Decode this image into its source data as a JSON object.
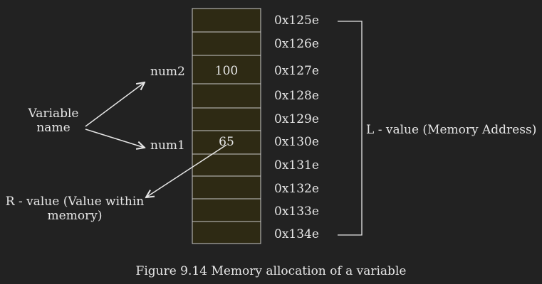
{
  "memory": {
    "addresses": [
      "0x125e",
      "0x126e",
      "0x127e",
      "0x128e",
      "0x129e",
      "0x130e",
      "0x131e",
      "0x132e",
      "0x133e",
      "0x134e"
    ],
    "cells": [
      {
        "value": ""
      },
      {
        "value": ""
      },
      {
        "value": "100"
      },
      {
        "value": ""
      },
      {
        "value": ""
      },
      {
        "value": "65"
      },
      {
        "value": ""
      },
      {
        "value": ""
      },
      {
        "value": ""
      },
      {
        "value": ""
      }
    ],
    "cell_fill": "#2e2a14",
    "cell_stroke": "#c8c8c8"
  },
  "labels": {
    "num2": "num2",
    "num1": "num1",
    "variable_name_line1": "Variable",
    "variable_name_line2": "name",
    "rvalue_line1": "R - value (Value within",
    "rvalue_line2": "memory)",
    "lvalue": "L - value (Memory Address)"
  },
  "caption": "Figure  9.14 Memory allocation of a variable",
  "colors": {
    "background": "#222222",
    "text": "#e6e6e6",
    "line": "#e6e6e6"
  }
}
